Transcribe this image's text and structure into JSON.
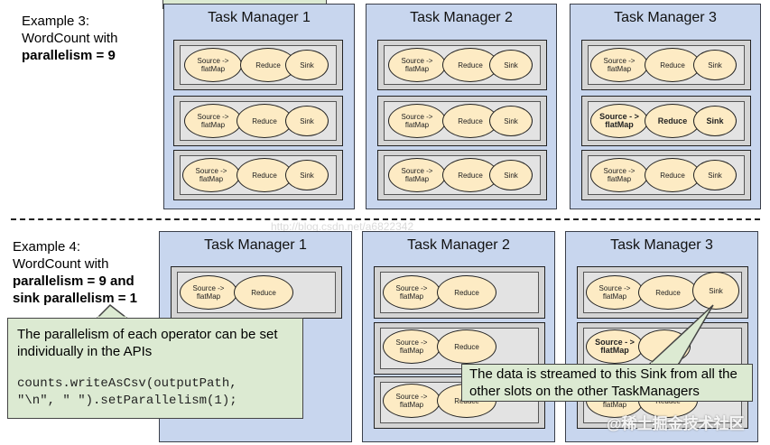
{
  "example3": {
    "line1": "Example 3:",
    "line2": "WordCount with",
    "line3": "parallelism = 9",
    "task_managers": [
      {
        "title": "Task Manager 1"
      },
      {
        "title": "Task Manager 2"
      },
      {
        "title": "Task Manager 3"
      }
    ]
  },
  "example4": {
    "line1": "Example 4:",
    "line2": "WordCount with",
    "line3": "parallelism = 9 and",
    "line4": "sink parallelism = 1",
    "task_managers": [
      {
        "title": "Task Manager 1"
      },
      {
        "title": "Task Manager 2"
      },
      {
        "title": "Task Manager 3"
      }
    ]
  },
  "operators": {
    "source": "Source -> flatMap",
    "source_bold": "Source - > flatMap",
    "reduce": "Reduce",
    "sink": "Sink"
  },
  "callout_left": {
    "text": "The parallelism of each operator can be set individually in the APIs",
    "code_line1": "counts.writeAsCsv(outputPath,",
    "code_line2": "\"\\n\", \" \").setParallelism(1);"
  },
  "callout_right": {
    "text": "The data is streamed to this Sink from all the other slots on the other TaskManagers"
  },
  "watermark": {
    "url": "http://blog.csdn.net/a6822342",
    "corner": "@稀土掘金技术社区"
  }
}
